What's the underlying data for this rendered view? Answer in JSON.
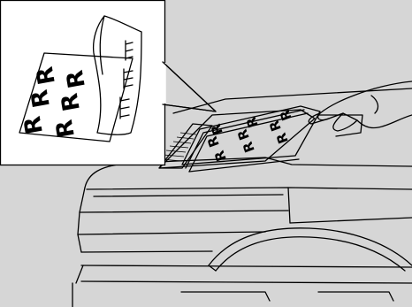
{
  "figure": {
    "background_color": "#d6d6d6",
    "callout_background_color": "#ffffff",
    "line_color": "#000000",
    "original_side_glyph": "R",
    "original_side_glyph_count": 6,
    "feed_tray_glyph": "R",
    "feed_tray_glyph_count": 9
  }
}
